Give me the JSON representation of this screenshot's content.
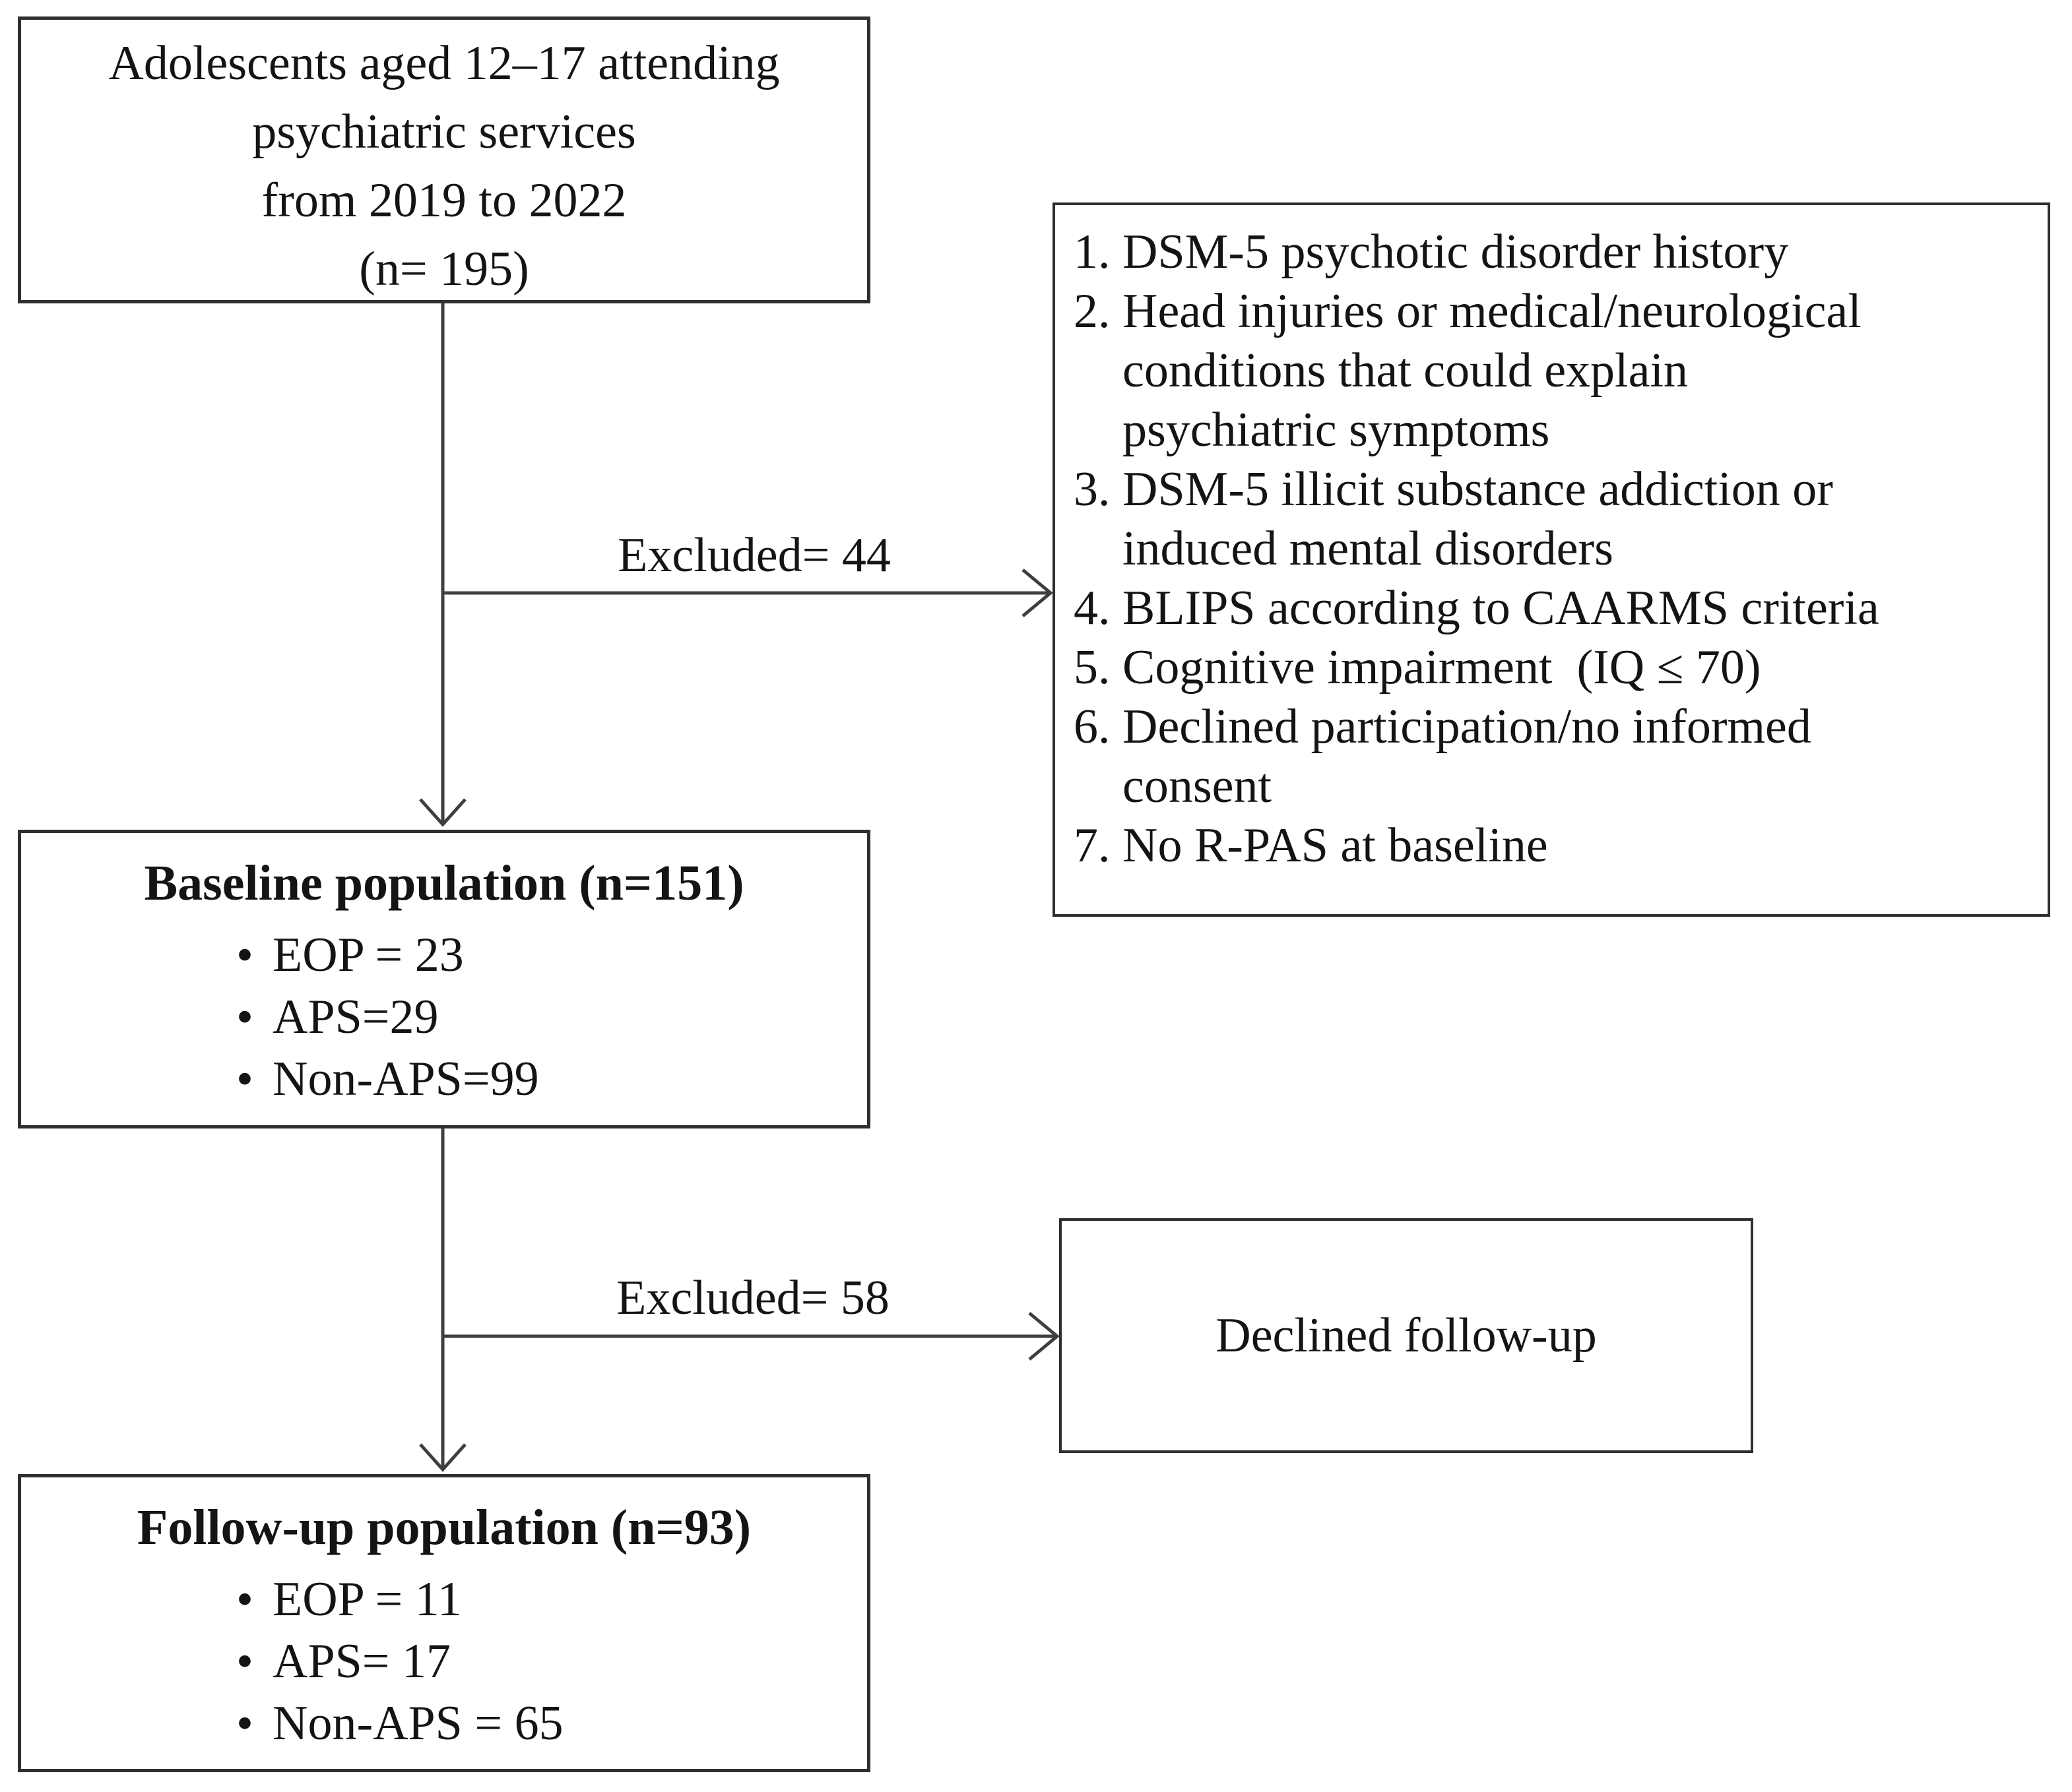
{
  "figure": {
    "top_box": {
      "lines": [
        "Adolescents aged 12–17 attending",
        "psychiatric services",
        "from 2019 to 2022",
        "(n= 195)"
      ]
    },
    "exclusion_box": {
      "items": [
        "DSM-5 psychotic disorder history",
        "Head injuries or medical/neurological\nconditions that could explain\npsychiatric symptoms",
        "DSM-5 illicit substance addiction or\ninduced mental disorders",
        "BLIPS according to CAARMS criteria",
        "Cognitive impairment  (IQ ≤ 70)",
        "Declined participation/no informed\nconsent",
        "No R-PAS at baseline"
      ]
    },
    "arrow1_label": "Excluded= 44",
    "arrow2_label": "Excluded= 58",
    "baseline_box": {
      "title": "Baseline population (n=151)",
      "bullets": [
        "EOP = 23",
        "APS=29",
        "Non-APS=99"
      ]
    },
    "declined_box": {
      "label": "Declined follow-up"
    },
    "followup_box": {
      "title": "Follow-up population (n=93)",
      "bullets": [
        "EOP = 11",
        "APS= 17",
        "Non-APS = 65"
      ]
    }
  },
  "glyphs": {
    "bullet": "•"
  },
  "colors": {
    "text": "#141414",
    "box_border": "#2f2f2f",
    "connector_line": "#3f3f3f",
    "background": "#ffffff"
  }
}
